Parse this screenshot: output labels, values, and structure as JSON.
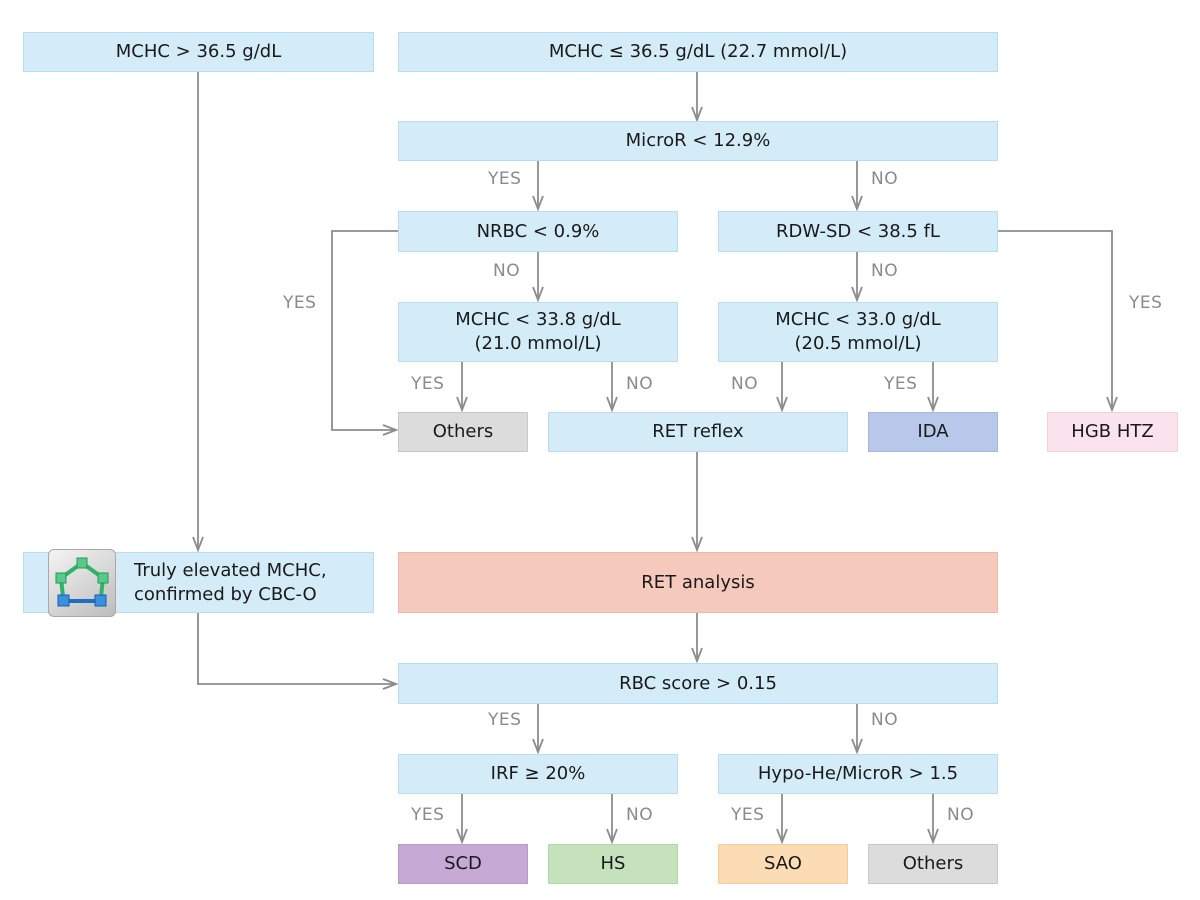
{
  "nodes": {
    "mchc_high": "MCHC > 36.5 g/dL",
    "mchc_low": "MCHC ≤ 36.5 g/dL",
    "mchc_low_mmol": "(22.7 mmol/L)",
    "micror": "MicroR < 12.9%",
    "nrbc": "NRBC < 0.9%",
    "rdwsd": "RDW-SD < 38.5 fL",
    "mchc338": "MCHC < 33.8 g/dL",
    "mchc338_mmol": "(21.0 mmol/L)",
    "mchc330": "MCHC < 33.0 g/dL",
    "mchc330_mmol": "(20.5 mmol/L)",
    "others1": "Others",
    "ret_reflex": "RET reflex",
    "ida": "IDA",
    "hgb_htz": "HGB HTZ",
    "truly_line1": "Truly elevated MCHC,",
    "truly_line2": "confirmed by CBC-O",
    "ret_analysis": "RET analysis",
    "rbc_score": "RBC score > 0.15",
    "irf": "IRF ≥ 20%",
    "hypohe": "Hypo-He/MicroR > 1.5",
    "scd": "SCD",
    "hs": "HS",
    "sao": "SAO",
    "others2": "Others"
  },
  "labels": {
    "yes": "YES",
    "no": "NO"
  },
  "colors": {
    "box_blue": "#d4ebf8",
    "others_grey": "#dcdcdc",
    "ida_blue": "#b8c8ea",
    "hgb_pink": "#fbe3ee",
    "ret_salmon": "#f6c9bd",
    "scd_purple": "#c6a9d4",
    "hs_green": "#c5e2bd",
    "sao_orange": "#fcdcb4",
    "arrow_grey": "#8c8c8c"
  },
  "icons": {
    "cbc_o": "pentagon-network-icon"
  }
}
